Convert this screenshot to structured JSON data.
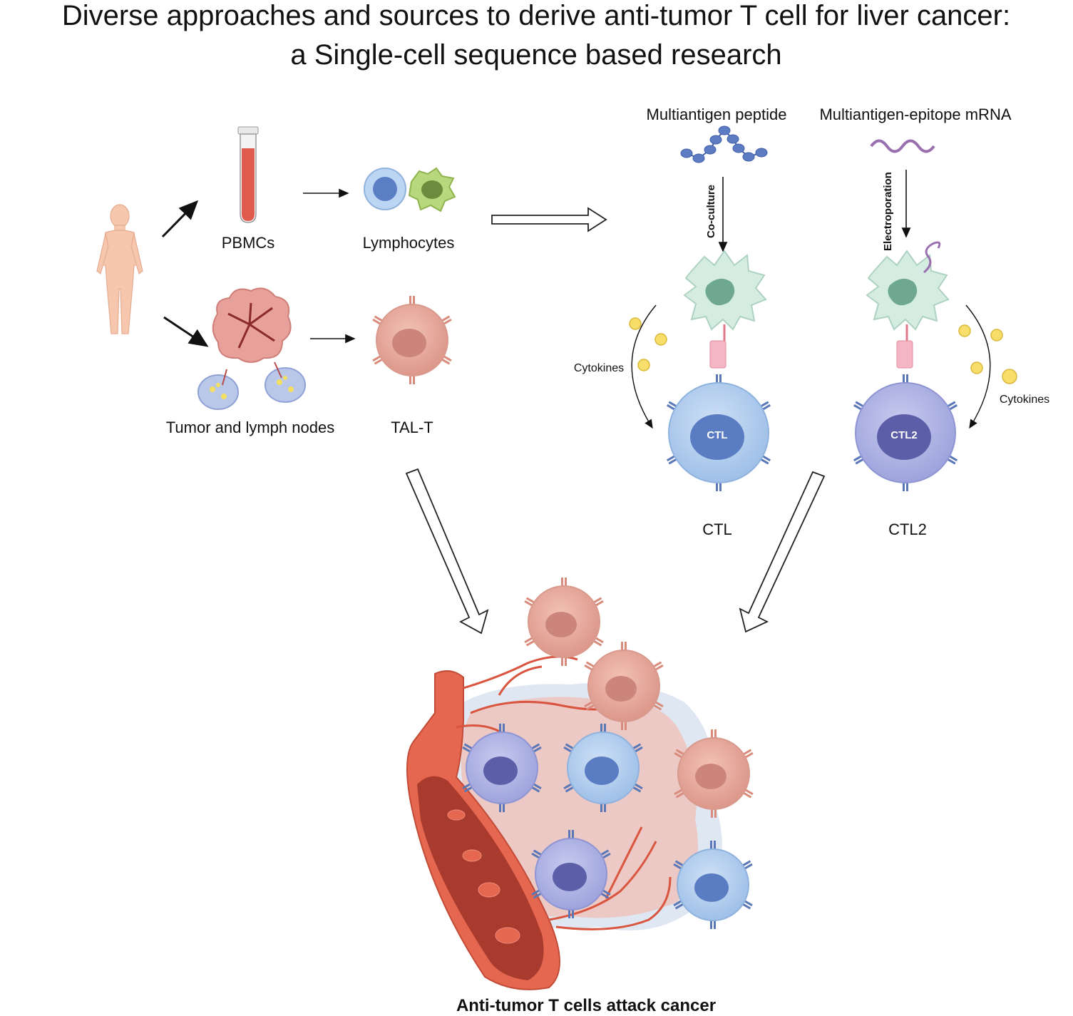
{
  "title": {
    "line1": "Diverse approaches and sources to derive anti-tumor T cell for liver cancer:",
    "line2": "a Single-cell sequence based research"
  },
  "labels": {
    "pbmcs": "PBMCs",
    "lymphocytes": "Lymphocytes",
    "tumor_lymph": "Tumor and lymph nodes",
    "tal_t": "TAL-T",
    "multiantigen_peptide": "Multiantigen peptide",
    "multiantigen_mrna": "Multiantigen-epitope mRNA",
    "co_culture": "Co-culture",
    "electroporation": "Electroporation",
    "cytokines_left": "Cytokines",
    "cytokines_right": "Cytokines",
    "ctl_inner": "CTL",
    "ctl2_inner": "CTL2",
    "ctl": "CTL",
    "ctl2": "CTL2",
    "bottom": "Anti-tumor T cells attack cancer"
  },
  "colors": {
    "body": "#f6c7ad",
    "blood_tube": "#e05a4e",
    "tal_cell": "#e8a696",
    "ctl_cell": "#b6d0ee",
    "ctl2_cell": "#b4b8e3",
    "dendritic": "#d5ece2",
    "cytokine": "#f7dd6a",
    "vessel": "#d9553f",
    "tumor_mass": "#ecc9c4"
  }
}
